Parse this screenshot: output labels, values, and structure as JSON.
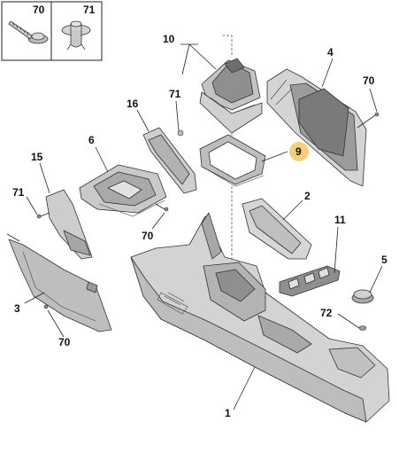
{
  "inset": {
    "fasteners": [
      {
        "label": "70",
        "icon": "screw-icon"
      },
      {
        "label": "71",
        "icon": "push-clip-icon"
      }
    ]
  },
  "callouts": {
    "c1": "1",
    "c2": "2",
    "c3": "3",
    "c4": "4",
    "c5": "5",
    "c6": "6",
    "c9": "9",
    "c10": "10",
    "c11": "11",
    "c15": "15",
    "c16": "16",
    "c70_top": "70",
    "c70_mid": "70",
    "c70_left": "70",
    "c71_top": "71",
    "c71_left": "71",
    "c72": "72"
  },
  "colors": {
    "part_fill": "#d2d2d2",
    "part_dark": "#9a9a9a",
    "part_light": "#e6e6e6",
    "highlight": "#f5cf7a",
    "line": "#222222"
  }
}
